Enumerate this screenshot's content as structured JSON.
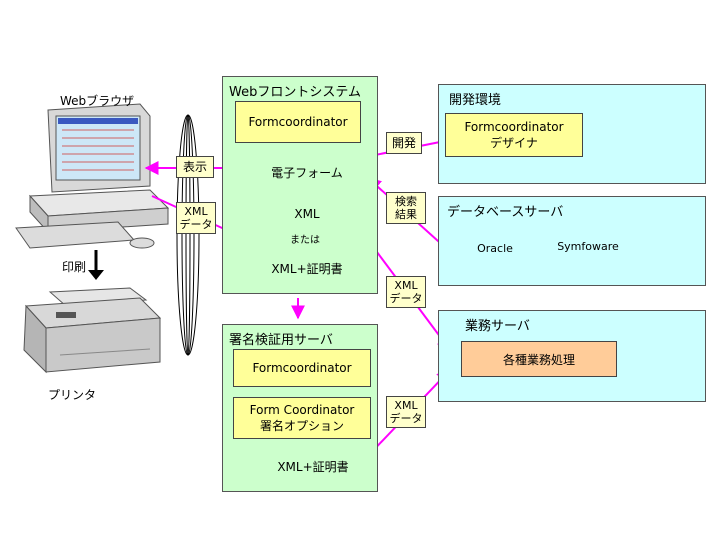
{
  "browser": {
    "label": "Webブラウザ"
  },
  "print": {
    "label": "印刷"
  },
  "printer": {
    "label": "プリンタ"
  },
  "web_front": {
    "title": "Webフロントシステム",
    "formcoordinator": "Formcoordinator",
    "e_form": "電子フォーム",
    "xml": "XML",
    "or": "または",
    "xml_cert": "XML+証明書"
  },
  "dev_env": {
    "title": "開発環境",
    "designer_line1": "Formcoordinator",
    "designer_line2": "デザイナ"
  },
  "db_server": {
    "title": "データベースサーバ",
    "db1": "Oracle",
    "db2": "Symfoware"
  },
  "biz_server": {
    "title": "業務サーバ",
    "process": "各種業務処理"
  },
  "sig_server": {
    "title": "署名検証用サーバ",
    "formcoordinator": "Formcoordinator",
    "option_line1": "Form Coordinator",
    "option_line2": "署名オプション",
    "xml_cert": "XML+証明書"
  },
  "tags": {
    "display": "表示",
    "xml_data_1_line1": "XML",
    "xml_data_1_line2": "データ",
    "develop": "開発",
    "search_line1": "検索",
    "search_line2": "結果",
    "xml_data_2_line1": "XML",
    "xml_data_2_line2": "データ",
    "xml_data_3_line1": "XML",
    "xml_data_3_line2": "データ"
  },
  "colors": {
    "arrow": "#ff00ff",
    "green_panel": "#ccffcc",
    "cyan_panel": "#ccffff",
    "box": "#ffff99",
    "process": "#ffcc99"
  }
}
